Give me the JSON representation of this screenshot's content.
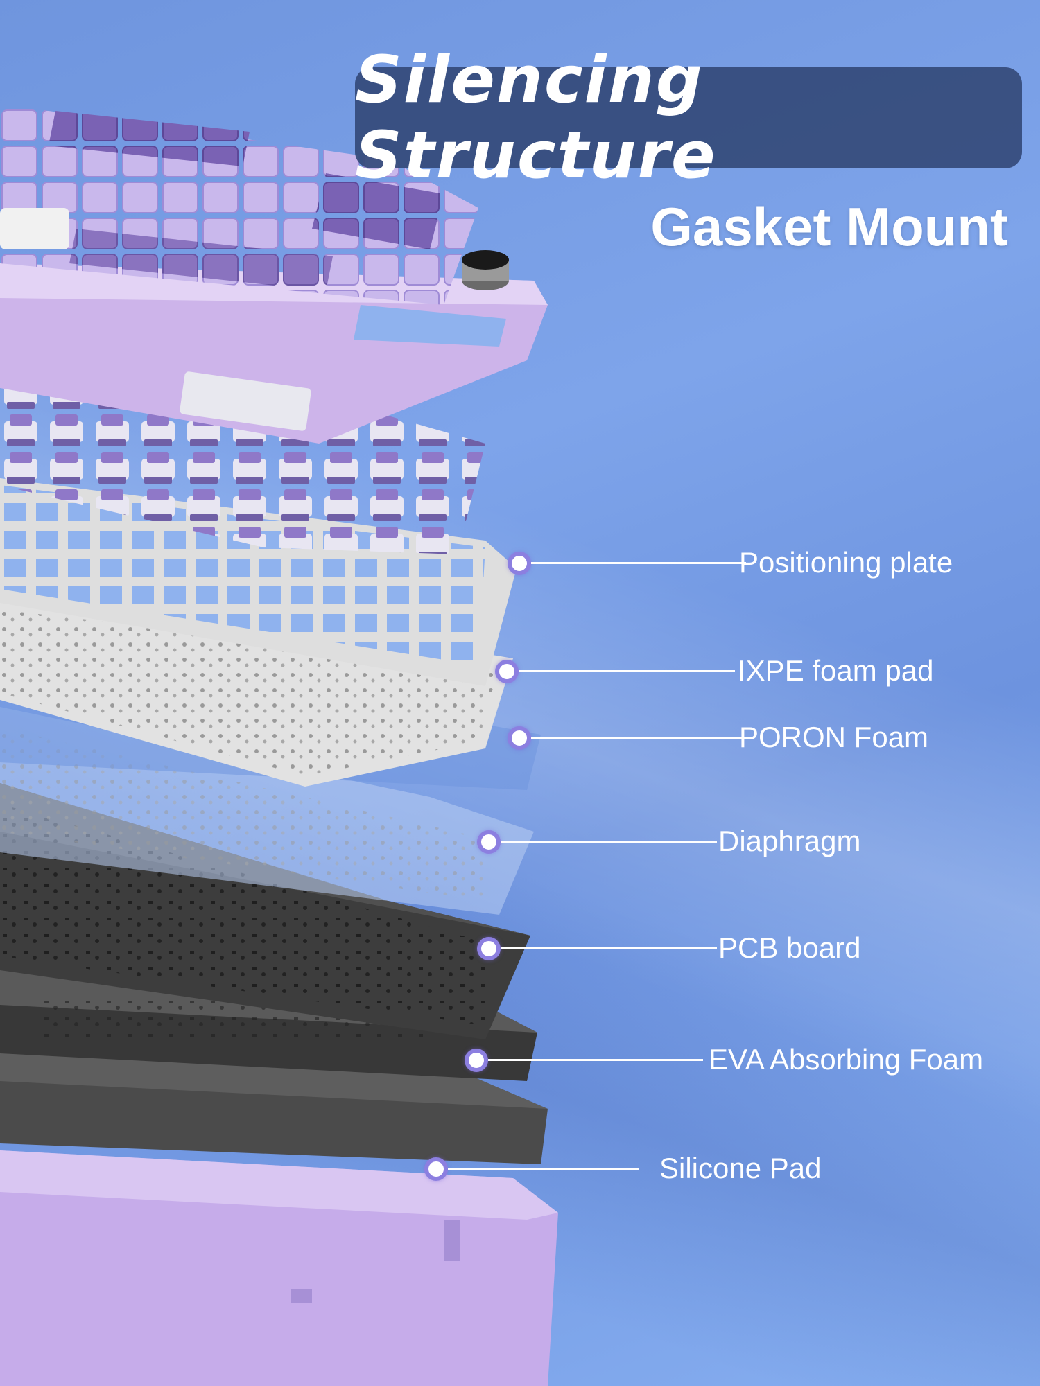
{
  "title": "Silencing Structure",
  "subtitle": "Gasket Mount",
  "layers": [
    {
      "label": "Positioning plate"
    },
    {
      "label": "IXPE foam pad"
    },
    {
      "label": "PORON Foam"
    },
    {
      "label": "Diaphragm"
    },
    {
      "label": "PCB board"
    },
    {
      "label": "EVA Absorbing Foam"
    },
    {
      "label": "Silicone Pad"
    }
  ],
  "colors": {
    "background": "#7ea4ea",
    "banner": "#344a7a",
    "keycap_light": "#c9b8ec",
    "keycap_dark": "#7a62b4",
    "frame": "#cdb4ea",
    "plate": "#dcdcdc",
    "pcb": "#3f3f3f",
    "bottom_case": "#c6acea",
    "callout_dot": "#8c7fe0"
  }
}
